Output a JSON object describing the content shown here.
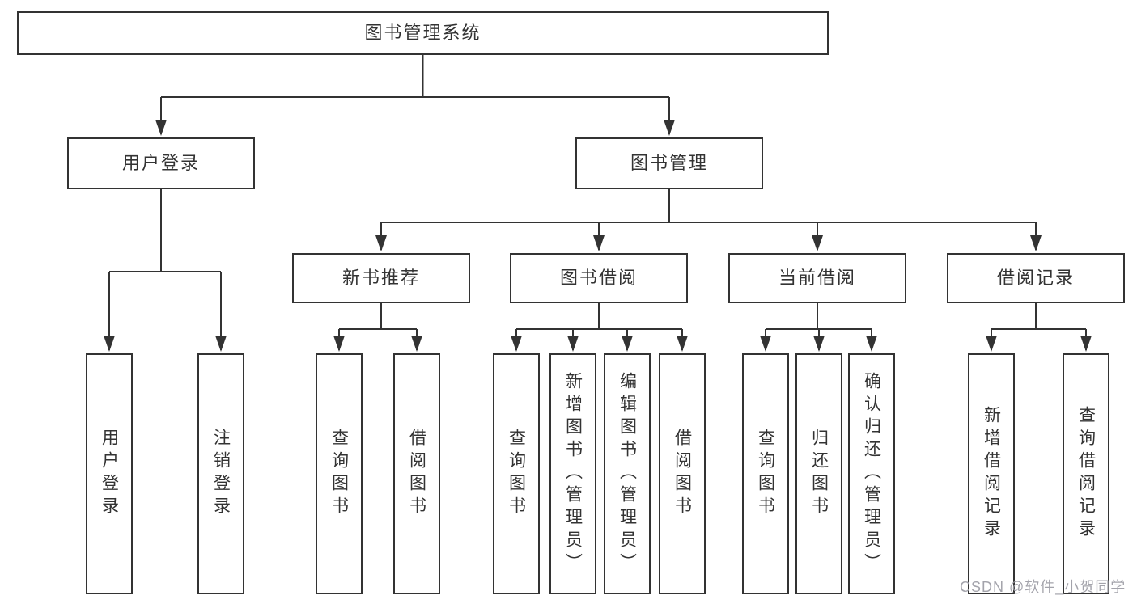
{
  "diagram": {
    "title": "图书管理系统",
    "nodes": {
      "root": "图书管理系统",
      "user_login": "用户登录",
      "book_management": "图书管理",
      "new_book_recommend": "新书推荐",
      "book_borrow": "图书借阅",
      "current_borrow": "当前借阅",
      "borrow_record": "借阅记录",
      "leaf_user_login": "用户登录",
      "leaf_logout": "注销登录",
      "leaf_recommend_query": "查询图书",
      "leaf_recommend_borrow": "借阅图书",
      "leaf_borrow_query": "查询图书",
      "leaf_borrow_add_admin": "新增图书（管理员）",
      "leaf_borrow_edit_admin": "编辑图书（管理员）",
      "leaf_borrow_borrow": "借阅图书",
      "leaf_current_query": "查询图书",
      "leaf_current_return": "归还图书",
      "leaf_current_confirm_admin": "确认归还（管理员）",
      "leaf_record_add": "新增借阅记录",
      "leaf_record_query": "查询借阅记录"
    },
    "watermark": "CSDN @软件_小贺同学",
    "colors": {
      "line": "#333333",
      "text": "#333333",
      "box_background": "#ffffff",
      "watermark": "#9c9ca4",
      "background": "#ffffff"
    }
  }
}
